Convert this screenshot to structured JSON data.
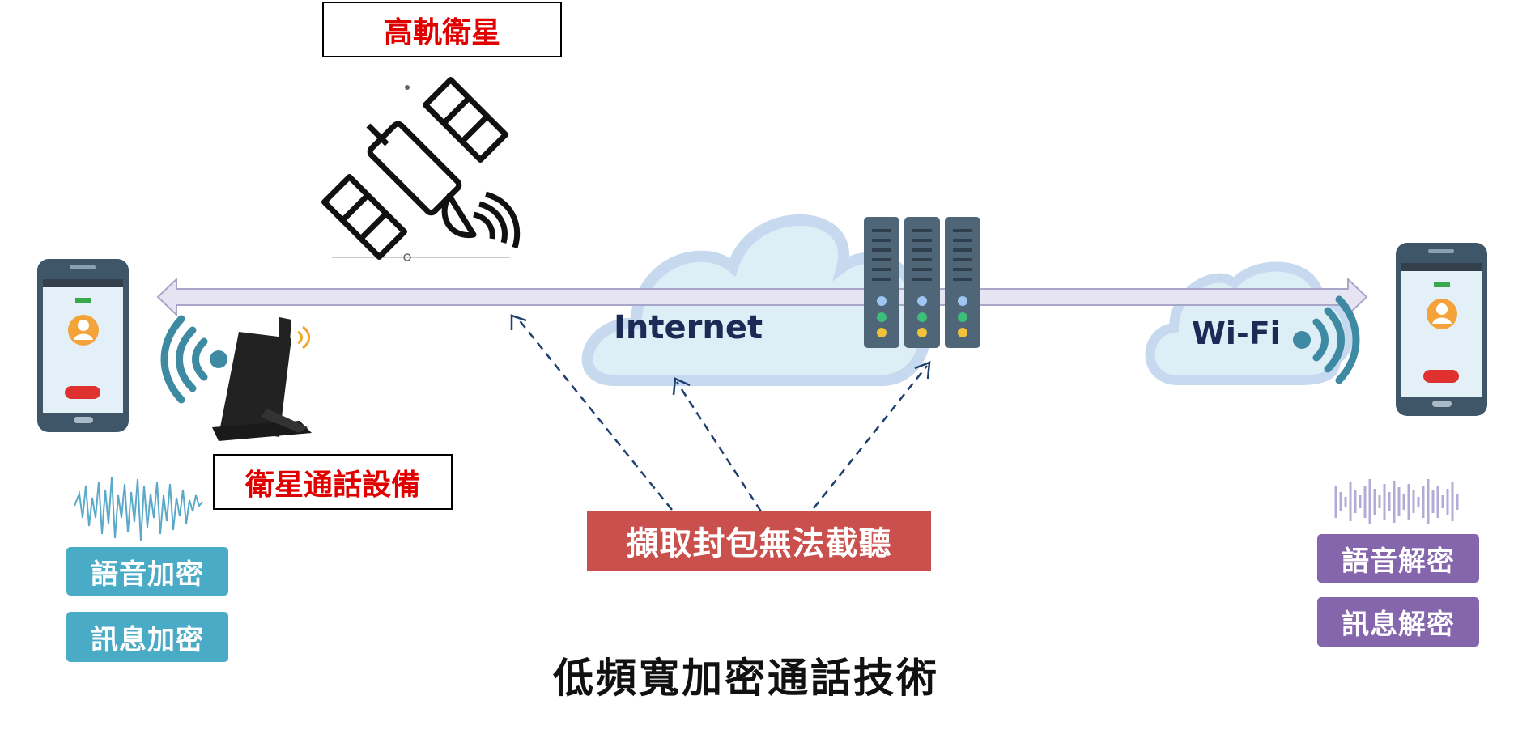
{
  "labels": {
    "satellite": "高軌衛星",
    "satellite_device": "衛星通話設備",
    "intercept": "擷取封包無法截聽",
    "internet": "Internet",
    "wifi": "Wi-Fi",
    "title": "低頻寬加密通話技術"
  },
  "left_buttons": [
    "語音加密",
    "訊息加密"
  ],
  "right_buttons": [
    "語音解密",
    "訊息解密"
  ],
  "icons": {
    "satellite": "satellite-icon",
    "device": "satellite-phone-icon",
    "phones": "smartphone-icon",
    "server": "server-rack-icon",
    "cloud": "cloud-icon",
    "signal": "wireless-signal-icon",
    "waveform": "audio-waveform-icon"
  },
  "colors": {
    "label_red": "#e00000",
    "encrypt_teal": "#4aabc6",
    "decrypt_purple": "#8566ad",
    "intercept_red": "#c9504d",
    "cloud_fill": "#ddeef7",
    "cloud_border": "#c6d9ef",
    "server": "#4f6578",
    "arrow_dash": "#1f3f6e"
  }
}
